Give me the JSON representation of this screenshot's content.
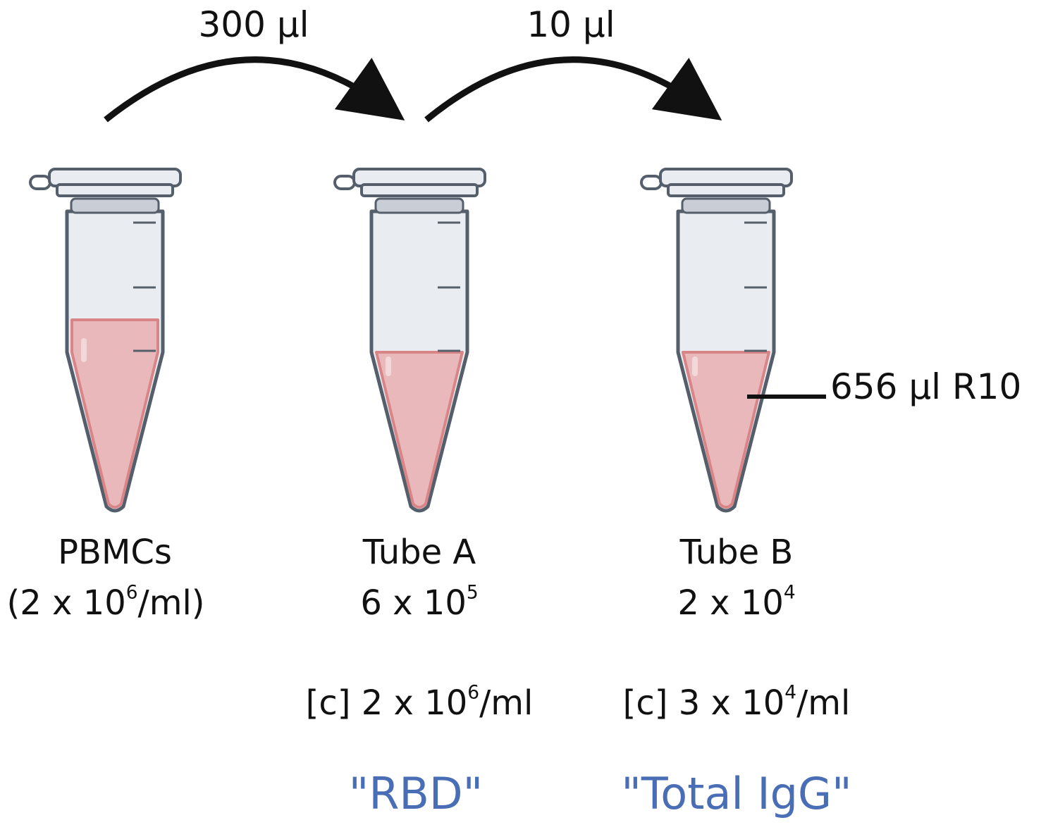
{
  "transfers": [
    {
      "volume": "300 µl"
    },
    {
      "volume": "10 µl"
    }
  ],
  "tubes": [
    {
      "name": "PBMCs",
      "concentration_prefix": "(2 x 10",
      "concentration_exp": "6",
      "concentration_suffix": "/ml)",
      "fill_level": 0.75
    },
    {
      "name": "Tube A",
      "concentration_prefix": "6 x 10",
      "concentration_exp": "5",
      "concentration_suffix": "",
      "fill_level": 0.5
    },
    {
      "name": "Tube B",
      "concentration_prefix": "2 x 10",
      "concentration_exp": "4",
      "concentration_suffix": "",
      "fill_level": 0.5
    }
  ],
  "diluent_label": "656 µl R10",
  "final_concentrations": [
    {
      "prefix": "[c] 2 x 10",
      "exp": "6",
      "suffix": "/ml"
    },
    {
      "prefix": "[c] 3 x 10",
      "exp": "4",
      "suffix": "/ml"
    }
  ],
  "assays": [
    "\"RBD\"",
    "\"Total IgG\""
  ],
  "colors": {
    "liquid": "#e9b8ba",
    "liquid_edge": "#d98486",
    "tube_body": "#e9edf2",
    "tube_outline": "#555f6b",
    "arrow": "#111111",
    "assay_text": "#4a6eb5"
  }
}
